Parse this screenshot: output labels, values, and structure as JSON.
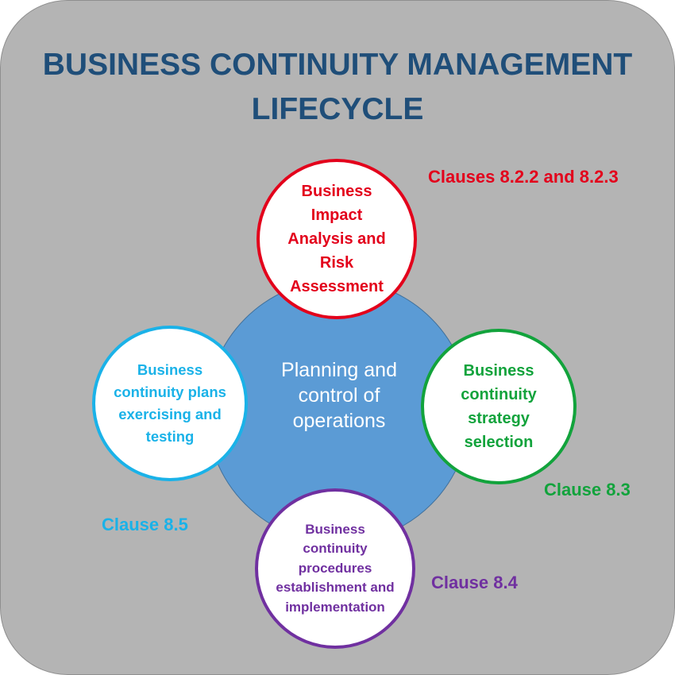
{
  "title": {
    "line1": "BUSINESS CONTINUITY MANAGEMENT",
    "line2": "LIFECYCLE"
  },
  "center": {
    "label": "Planning and control of operations"
  },
  "nodes": {
    "top": {
      "label": "Business Impact Analysis and Risk Assessment",
      "clause": "Clauses 8.2.2 and 8.2.3",
      "color": "#e3001b"
    },
    "right": {
      "label": "Business continuity strategy selection",
      "clause": "Clause  8.3",
      "color": "#12a33c"
    },
    "bottom": {
      "label": "Business continuity procedures establishment and implementation",
      "clause": "Clause 8.4",
      "color": "#7030a0"
    },
    "left": {
      "label": "Business continuity plans exercising and testing",
      "clause": "Clause 8.5",
      "color": "#1ab2e8"
    }
  },
  "colors": {
    "background": "#b4b4b4",
    "title": "#1f4e79",
    "center_fill": "#5b9bd5"
  }
}
